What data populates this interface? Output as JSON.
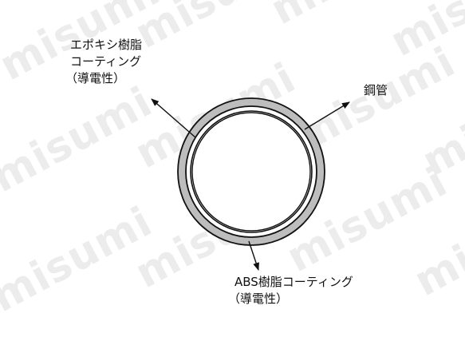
{
  "watermark": "misumi",
  "labels": {
    "epoxy_line1": "エポキシ樹脂",
    "epoxy_line2": "コーティング",
    "epoxy_line3": "（導電性）",
    "steel_pipe": "鋼管",
    "abs_line1": "ABS樹脂コーティング",
    "abs_line2": "（導電性）"
  }
}
